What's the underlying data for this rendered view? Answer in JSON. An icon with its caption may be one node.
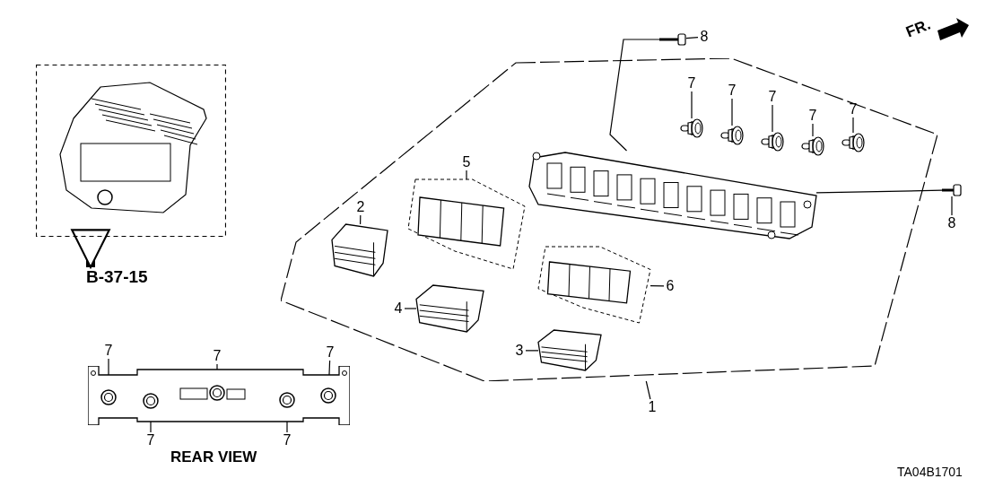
{
  "diagram": {
    "nodes": [
      {
        "text": [],
        "shape": "box"
      },
      {
        "text": [],
        "shape": "picture",
        "in": 0
      },
      {
        "text": [
          "B-37-15"
        ]
      },
      {
        "text": [
          "8"
        ]
      },
      {
        "text": [],
        "shape": "picture"
      },
      {
        "text": [],
        "shape": "box"
      },
      {
        "text": [],
        "shape": "picture",
        "in": 5
      },
      {
        "text": [
          "7"
        ],
        "in": 5
      },
      {
        "text": [
          "7"
        ],
        "in": 5
      },
      {
        "text": [
          "7"
        ],
        "in": 5
      },
      {
        "text": [
          "7"
        ],
        "in": 5
      },
      {
        "text": [
          "7"
        ],
        "in": 5
      },
      {
        "text": [],
        "shape": "picture",
        "in": 5
      },
      {
        "text": [],
        "shape": "picture",
        "in": 5
      },
      {
        "text": [],
        "shape": "picture",
        "in": 5
      },
      {
        "text": [],
        "shape": "picture",
        "in": 5
      },
      {
        "text": [],
        "shape": "picture",
        "in": 5
      },
      {
        "text": [
          "8"
        ]
      },
      {
        "text": [],
        "shape": "picture"
      },
      {
        "text": [
          "5"
        ],
        "in": 5
      },
      {
        "text": [],
        "shape": "picture",
        "in": 5
      },
      {
        "text": [
          "2"
        ],
        "in": 5
      },
      {
        "text": [],
        "shape": "picture",
        "in": 5
      },
      {
        "text": [
          "6"
        ],
        "in": 5
      },
      {
        "text": [],
        "shape": "picture",
        "in": 5
      },
      {
        "text": [
          "4"
        ],
        "in": 5
      },
      {
        "text": [],
        "shape": "picture",
        "in": 5
      },
      {
        "text": [
          "3"
        ],
        "in": 5
      },
      {
        "text": [],
        "shape": "picture",
        "in": 5
      },
      {
        "text": [
          "1"
        ]
      },
      {
        "text": [],
        "shape": "picture"
      },
      {
        "text": [
          "7"
        ]
      },
      {
        "text": [
          "7"
        ]
      },
      {
        "text": [
          "7"
        ]
      },
      {
        "text": [
          "7"
        ]
      },
      {
        "text": [
          "7"
        ]
      },
      {
        "text": [],
        "shape": "picture",
        "in": 30
      },
      {
        "text": [],
        "shape": "picture",
        "in": 30
      },
      {
        "text": [],
        "shape": "picture",
        "in": 30
      },
      {
        "text": [],
        "shape": "picture",
        "in": 30
      },
      {
        "text": [],
        "shape": "picture",
        "in": 30
      }
    ],
    "edges": [
      {
        "from": 0,
        "to": 2,
        "arrow": "to",
        "style": "thick"
      },
      {
        "from": 3,
        "to": 4,
        "arrow": "none"
      },
      {
        "from": 4,
        "to": 6,
        "arrow": "none"
      },
      {
        "from": 7,
        "to": 12,
        "arrow": "none"
      },
      {
        "from": 8,
        "to": 13,
        "arrow": "none"
      },
      {
        "from": 9,
        "to": 14,
        "arrow": "none"
      },
      {
        "from": 10,
        "to": 15,
        "arrow": "none"
      },
      {
        "from": 11,
        "to": 16,
        "arrow": "none"
      },
      {
        "from": 17,
        "to": 18,
        "arrow": "none"
      },
      {
        "from": 18,
        "to": 6,
        "arrow": "none"
      },
      {
        "from": 19,
        "to": 20,
        "arrow": "none"
      },
      {
        "from": 21,
        "to": 22,
        "arrow": "none"
      },
      {
        "from": 23,
        "to": 24,
        "arrow": "none"
      },
      {
        "from": 25,
        "to": 26,
        "arrow": "none"
      },
      {
        "from": 27,
        "to": 28,
        "arrow": "none"
      },
      {
        "from": 29,
        "to": 5,
        "arrow": "none"
      },
      {
        "from": 31,
        "to": 36,
        "arrow": "none"
      },
      {
        "from": 32,
        "to": 38,
        "arrow": "none"
      },
      {
        "from": 33,
        "to": 40,
        "arrow": "none"
      },
      {
        "from": 34,
        "to": 37,
        "arrow": "none"
      },
      {
        "from": 35,
        "to": 39,
        "arrow": "none"
      }
    ],
    "labels": [
      "FR.",
      "REAR VIEW",
      "TA04B1701"
    ]
  }
}
